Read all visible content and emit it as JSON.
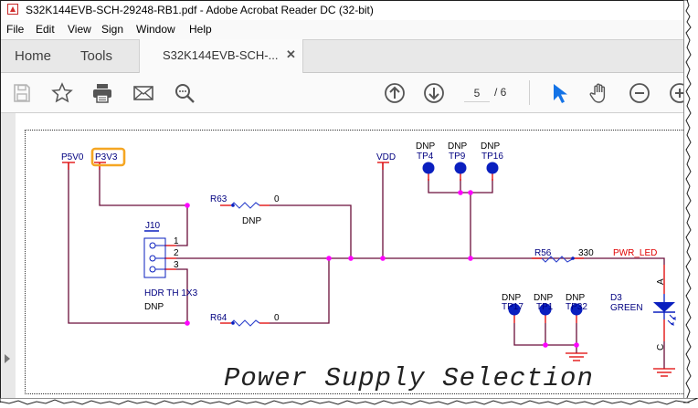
{
  "window": {
    "title": "S32K144EVB-SCH-29248-RB1.pdf - Adobe Acrobat Reader DC (32-bit)"
  },
  "menu": [
    "File",
    "Edit",
    "View",
    "Sign",
    "Window",
    "Help"
  ],
  "tabs": {
    "home": "Home",
    "tools": "Tools",
    "document": "S32K144EVB-SCH-...",
    "close_glyph": "✕"
  },
  "toolbar": {
    "icons": [
      "save-icon",
      "bookmark-star-icon",
      "print-icon",
      "email-icon",
      "search-icon",
      "page-up-icon",
      "page-down-icon",
      "select-cursor-icon",
      "hand-tool-icon",
      "zoom-out-icon",
      "zoom-in-icon"
    ],
    "current_page": "5",
    "total_pages": "/ 6",
    "accent": "#1473e6"
  },
  "schematic": {
    "nets": {
      "p5v0": "P5V0",
      "p3v3": "P3V3",
      "vdd": "VDD",
      "pwr_led": "PWR_LED"
    },
    "highlight_color": "#f5a623",
    "resistors": [
      {
        "ref": "R63",
        "value": "0",
        "note": "DNP"
      },
      {
        "ref": "R64",
        "value": "0"
      },
      {
        "ref": "R56",
        "value": "330"
      }
    ],
    "connector": {
      "ref": "J10",
      "pins": [
        "1",
        "2",
        "3"
      ],
      "footprint": "HDR TH 1X3",
      "note": "DNP"
    },
    "testpoints_top": [
      {
        "note": "DNP",
        "ref": "TP4"
      },
      {
        "note": "DNP",
        "ref": "TP9"
      },
      {
        "note": "DNP",
        "ref": "TP16"
      }
    ],
    "testpoints_bottom": [
      {
        "note": "DNP",
        "ref": "TP17"
      },
      {
        "note": "DNP",
        "ref": "TP1"
      },
      {
        "note": "DNP",
        "ref": "TP32"
      }
    ],
    "led": {
      "ref": "D3",
      "color": "GREEN",
      "anode": "A",
      "cathode": "C"
    },
    "title_block": "Power Supply Selection",
    "colors": {
      "wire": "#6b0f3a",
      "pin": "#e00000",
      "junction": "#ff00ff",
      "part": "#0000e0",
      "label": "#000080",
      "net_red": "#e00000"
    }
  }
}
